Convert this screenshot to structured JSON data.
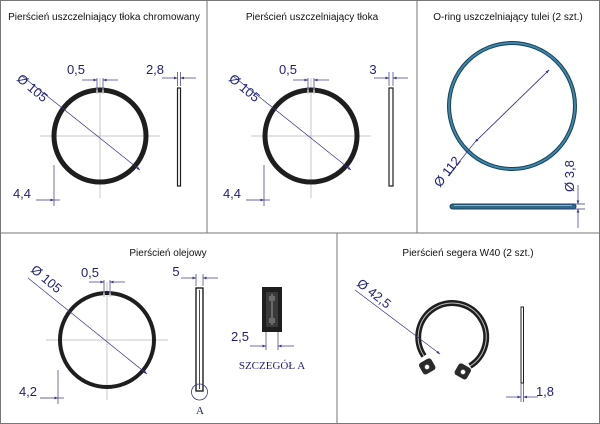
{
  "colors": {
    "dimension_text": "#1f1f7a",
    "dimension_line": "#33338a",
    "ring_black": "#1e1e1e",
    "oring_blue": "#2f6a8a",
    "frame": "#777777"
  },
  "panels": {
    "chrome_ring": {
      "title": "Pierścień uszczelniający tłoka chromowany",
      "diameter": "Ø 105",
      "gap": "0,5",
      "width": "2,8",
      "height": "4,4"
    },
    "piston_ring": {
      "title": "Pierścień uszczelniający tłoka",
      "diameter": "Ø 105",
      "gap": "0,5",
      "width": "3",
      "height": "4,4"
    },
    "oring": {
      "title": "O-ring uszczelniający tulei (2 szt.)",
      "diameter": "Ø 112",
      "cross_section": "Ø 3,8"
    },
    "oil_ring": {
      "title": "Pierścień olejowy",
      "diameter": "Ø 105",
      "gap": "0,5",
      "width": "5",
      "height": "4,2",
      "detail_dim": "2,5",
      "detail_label": "SZCZEGÓŁ A",
      "marker": "A"
    },
    "circlip": {
      "title": "Pierścień segera W40 (2 szt.)",
      "diameter": "Ø 42,5",
      "width": "1,8"
    }
  }
}
